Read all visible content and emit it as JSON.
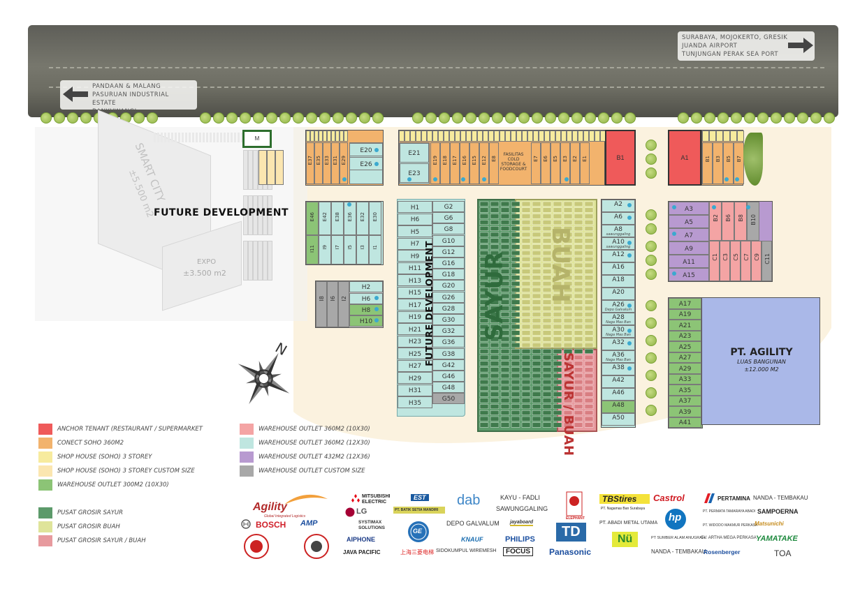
{
  "road": {
    "right_dest": [
      "SURABAYA, MOJOKERTO, GRESIK",
      "JUANDA AIRPORT",
      "TUNJUNGAN PERAK SEA PORT"
    ],
    "left_dest": [
      "PANDAAN & MALANG",
      "PASURUAN INDUSTRIAL ESTATE",
      "BANYUWANGI"
    ]
  },
  "zones": {
    "smart_city": "SMART CITY",
    "smart_city_area": "±5.500 m2",
    "expo": "EXPO",
    "expo_area": "±3.500 m2",
    "future_dev_1": "FUTURE DEVELOPMENT",
    "future_dev_2": "FUTURE DEVELOPMENT",
    "sayur": "SAYUR",
    "buah": "BUAH",
    "sayur_buah": "SAYUR / BUAH",
    "agility_title": "PT. AGILITY",
    "agility_sub1": "LUAS BANGUNAN",
    "agility_sub2": "±12.000 M2",
    "cold_storage": "FASILITAS COLD STORAGE & FOODCOURT",
    "compass": "N",
    "m_block": "M"
  },
  "colors": {
    "anchor": "#ef5a5a",
    "soho_conect": "#f2b36d",
    "shop_house": "#f7eb9e",
    "shop_custom": "#fbe6b0",
    "wh300": "#8cc476",
    "wh360_10": "#f4a4a4",
    "wh360_12": "#bfe6e0",
    "wh432": "#b89ad0",
    "wh_custom": "#a8a8a8",
    "grosir_sayur": "#5c9a6a",
    "grosir_buah": "#dfe49a",
    "grosir_sb": "#e79a9e"
  },
  "blocks": {
    "e_top": [
      "E37",
      "E35",
      "E33",
      "E31",
      "E29"
    ],
    "e_box": [
      "E20",
      "E26"
    ],
    "e21": "E21",
    "e23": "E23",
    "e_mid": [
      "E19",
      "E18",
      "E17",
      "E16",
      "E15",
      "E12",
      "E8",
      "E7",
      "E6",
      "E5",
      "E3",
      "E2",
      "E1"
    ],
    "b1": "B1",
    "a1": "A1",
    "b_top": [
      "B1",
      "B3",
      "B5",
      "B7"
    ],
    "e_low": [
      "E46",
      "E42",
      "E38",
      "E36",
      "E32",
      "E30"
    ],
    "i_low": [
      "I11",
      "I9",
      "I7",
      "I5",
      "I3",
      "I1"
    ],
    "i_grey": [
      "I8",
      "I6",
      "I2"
    ],
    "h_small": [
      "H2",
      "H6",
      "H8",
      "H10"
    ],
    "h_left": [
      "H1",
      "H6",
      "H5",
      "H7",
      "H9",
      "H11",
      "H13",
      "H15",
      "H17",
      "H19",
      "H21",
      "H23",
      "H25",
      "H27",
      "H29",
      "H31",
      "H35"
    ],
    "g_right": [
      "G2",
      "G6",
      "G8",
      "G10",
      "G12",
      "G16",
      "G18",
      "G20",
      "G26",
      "G28",
      "G30",
      "G32",
      "G36",
      "G38",
      "G42",
      "G46",
      "G48",
      "G50"
    ],
    "a_col": [
      "A2",
      "A6",
      "A8",
      "A10",
      "A12",
      "A16",
      "A18",
      "A20",
      "A26",
      "A28",
      "A30",
      "A32",
      "A36",
      "A38",
      "A42",
      "A46",
      "A48",
      "A50"
    ],
    "a_col_notes": {
      "A8": "sawunggaling",
      "A10": "sawunggaling",
      "A26": "Depo Galvalum",
      "A28": "Naga Mas Ban",
      "A30": "Naga Mas Ban",
      "A36": "Naga Mas Ban"
    },
    "a_right_purple": [
      "A3",
      "A5",
      "A7",
      "A9",
      "A11",
      "A15"
    ],
    "b_right": [
      "B2",
      "B6",
      "B8",
      "B10"
    ],
    "c_right": [
      "C1",
      "C3",
      "C5",
      "C7",
      "C9",
      "C11"
    ],
    "a_right_green": [
      "A17",
      "A19",
      "A21",
      "A23",
      "A25",
      "A27",
      "A29",
      "A33",
      "A35",
      "A37",
      "A39",
      "A41"
    ]
  },
  "legend": [
    {
      "label": "ANCHOR TENANT (RESTAURANT / SUPERMARKET",
      "color": "#ef5a5a"
    },
    {
      "label": "CONECT SOHO 360M2",
      "color": "#f2b36d"
    },
    {
      "label": "SHOP HOUSE (SOHO) 3 STOREY",
      "color": "#f7eb9e"
    },
    {
      "label": "SHOP HOUSE (SOHO) 3 STOREY CUSTOM SIZE",
      "color": "#fbe6b0"
    },
    {
      "label": "WAREHOUSE OUTLET 300M2 (10X30)",
      "color": "#8cc476"
    },
    {
      "label": "PUSAT GROSIR SAYUR",
      "color": "#5c9a6a"
    },
    {
      "label": "PUSAT GROSIR BUAH",
      "color": "#dfe49a"
    },
    {
      "label": "PUSAT GROSIR SAYUR / BUAH",
      "color": "#e79a9e"
    },
    {
      "label": "WAREHOUSE OUTLET 360M2 (10X30)",
      "color": "#f4a4a4"
    },
    {
      "label": "WAREHOUSE OUTLET 360M2 (12X30)",
      "color": "#bfe6e0"
    },
    {
      "label": "WAREHOUSE OUTLET 432M2 (12X36)",
      "color": "#b89ad0"
    },
    {
      "label": "WAREHOUSE OUTLET CUSTOM SIZE",
      "color": "#a8a8a8"
    }
  ],
  "logos": {
    "agility": "Agility",
    "agility_sub": "Global Integrated Logistics",
    "bosch": "BOSCH",
    "amp": "AMP",
    "mitsubishi": "MITSUBISHI ELECTRIC",
    "lg": "LG",
    "systimax": "SYSTIMAX SOLUTIONS",
    "aiphone": "AIPHONE",
    "java": "JAVA PACIFIC",
    "est": "EST",
    "batik": "PT. BATIK SETIA MANDIRI",
    "shanghai": "上海三菱电梯",
    "dab": "dab",
    "ge": "GE",
    "depo": "DEPO GALVALUM",
    "sidokumpul": "SIDOKUMPUL WIREMESH",
    "kayu1": "KAYU - FADLI",
    "kayu2": "SAWUNGGALING",
    "jayaboard": "jayaboard",
    "knauf": "KNAUF",
    "philips": "PHILIPS",
    "focus": "FOCUS",
    "elephant": "ELEPHANT",
    "td": "TD",
    "panasonic": "Panasonic",
    "tbs": "TBStires",
    "naga": "PT. Nagamas Ban Surabaya",
    "abadi": "PT. ABADI METAL UTAMA",
    "nu": "Nü",
    "castrol": "Castrol",
    "hp": "hp",
    "sumber": "PT SUMBER ALAM ANUGRAH",
    "artha": "CV. ARTHA MEGA PERKASA",
    "nanda1": "NANDA - TEMBAKAU",
    "rosenberger": "Rosenberger",
    "pertamina": "PERTAMINA",
    "nanda2": "NANDA - TEMBAKAU",
    "permata": "PT. PERMATA TAMARAYA ABADI",
    "widodo": "PT. WIDODO MAKMUR PERKASA",
    "sampoerna": "SAMPOERNA",
    "matsunichi": "Matsunichi",
    "yamatake": "YAMATAKE",
    "toa": "TOA"
  }
}
